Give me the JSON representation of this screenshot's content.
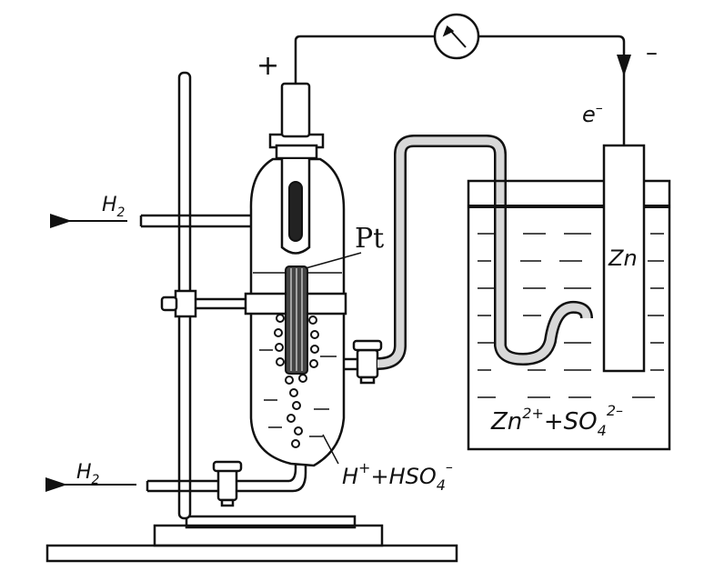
{
  "labels": {
    "plus": "+",
    "minus": "–",
    "electron": "e",
    "electron_charge": "–",
    "h2": "H",
    "h2_sub": "2",
    "pt": "Pt",
    "zn": "Zn",
    "zn_solution": "Zn",
    "zn_charge": "2+",
    "zn_plus": "+SO",
    "so4_sub": "4",
    "so4_charge": "2–",
    "acid_h": "H",
    "acid_h_charge": "+",
    "acid_hso": "+HSO",
    "acid_sub": "4",
    "acid_charge": "–"
  },
  "colors": {
    "ink": "#111111",
    "salt_bridge_fill": "#d8d8d8",
    "background": "#ffffff"
  }
}
